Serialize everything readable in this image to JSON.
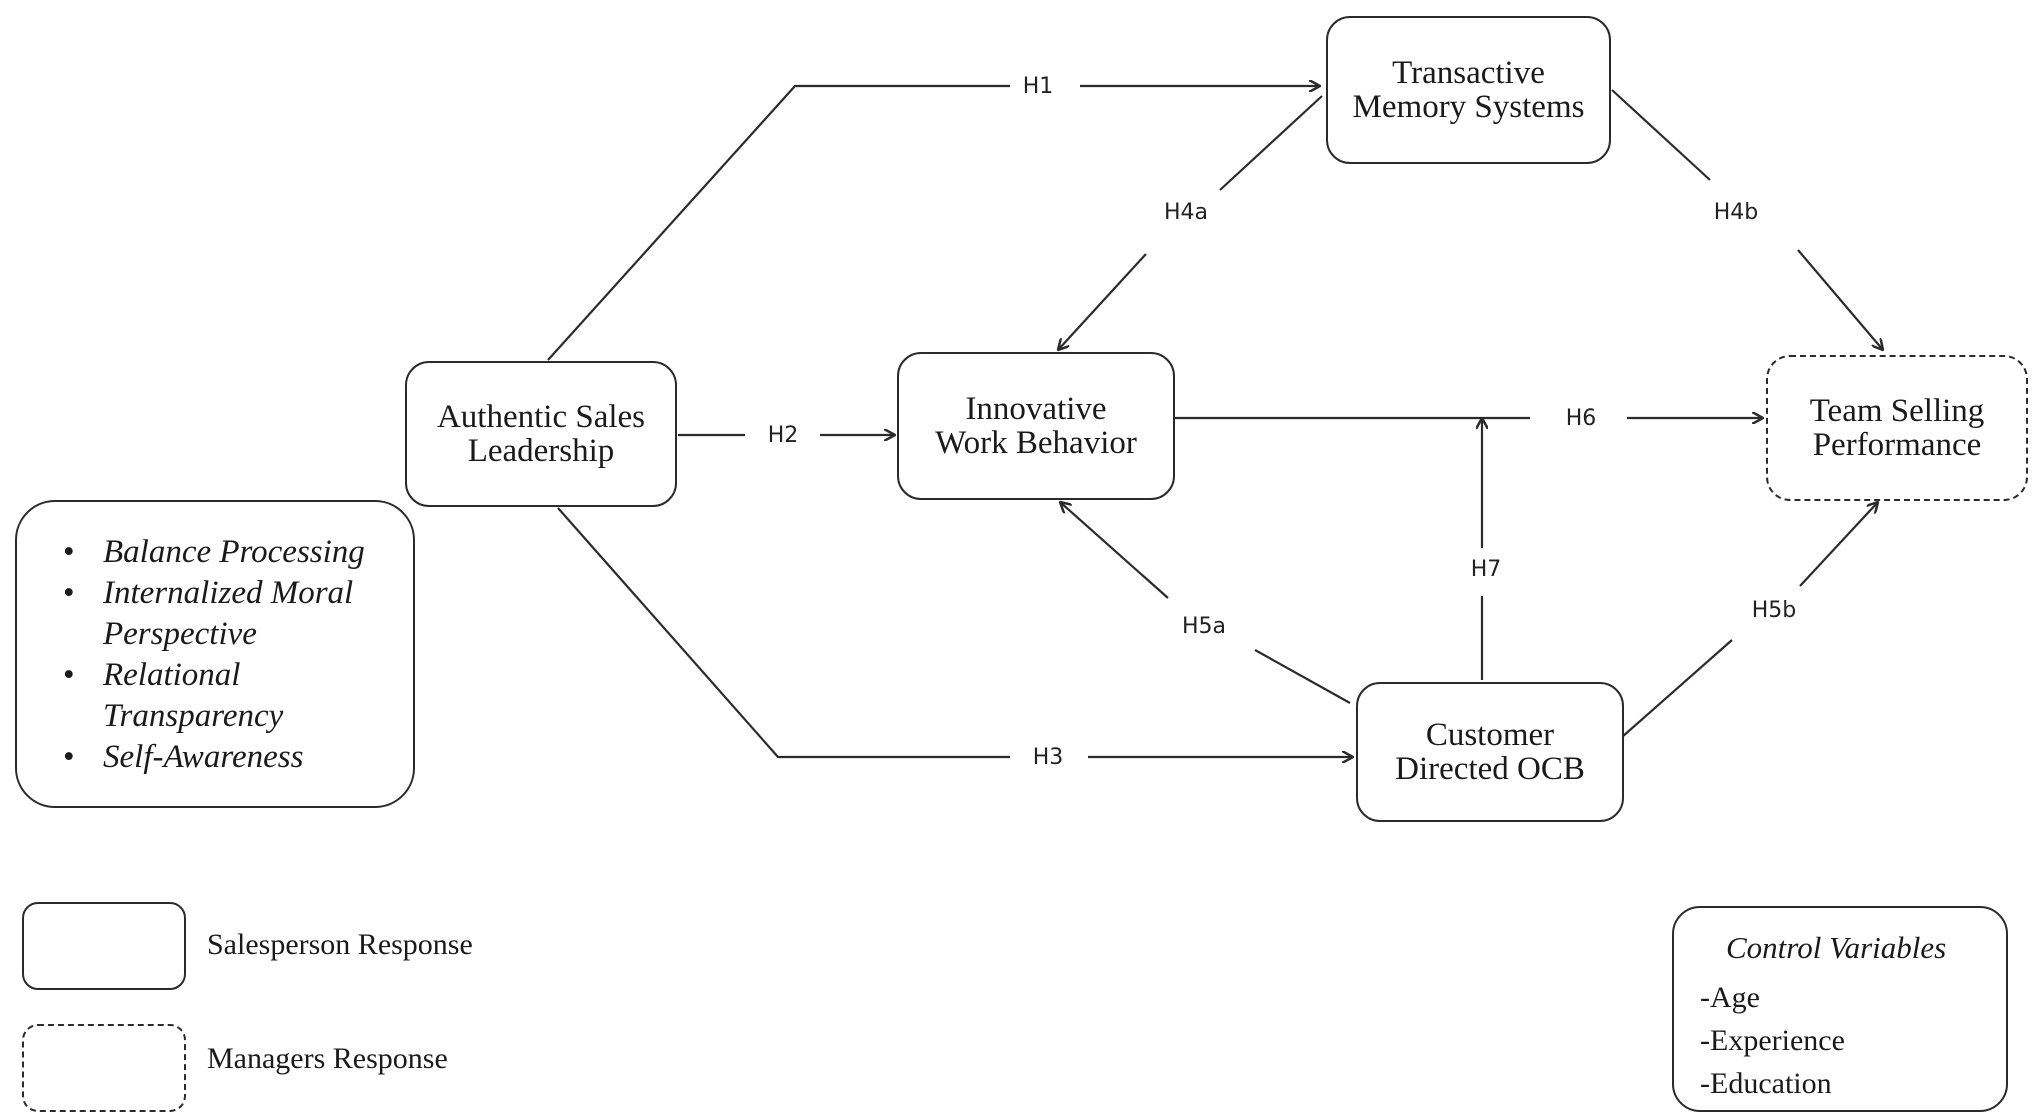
{
  "nodes": {
    "authentic_sales_leadership": {
      "line1": "Authentic Sales",
      "line2": "Leadership"
    },
    "transactive_memory_systems": {
      "line1": "Transactive",
      "line2": "Memory Systems"
    },
    "innovative_work_behavior": {
      "line1": "Innovative",
      "line2": "Work Behavior"
    },
    "team_selling_performance": {
      "line1": "Team Selling",
      "line2": "Performance"
    },
    "customer_directed_ocb": {
      "line1": "Customer",
      "line2": "Directed OCB"
    }
  },
  "hypotheses": {
    "h1": "H1",
    "h2": "H2",
    "h3": "H3",
    "h4a": "H4a",
    "h4b": "H4b",
    "h5a": "H5a",
    "h5b": "H5b",
    "h6": "H6",
    "h7": "H7"
  },
  "dimensions": [
    "Balance Processing",
    "Internalized Moral",
    "Perspective",
    "Relational",
    "Transparency",
    "Self-Awareness"
  ],
  "legend": {
    "salesperson": "Salesperson Response",
    "managers": "Managers Response"
  },
  "controls": {
    "title": "Control Variables",
    "items": [
      "-Age",
      "-Experience",
      "-Education"
    ]
  }
}
